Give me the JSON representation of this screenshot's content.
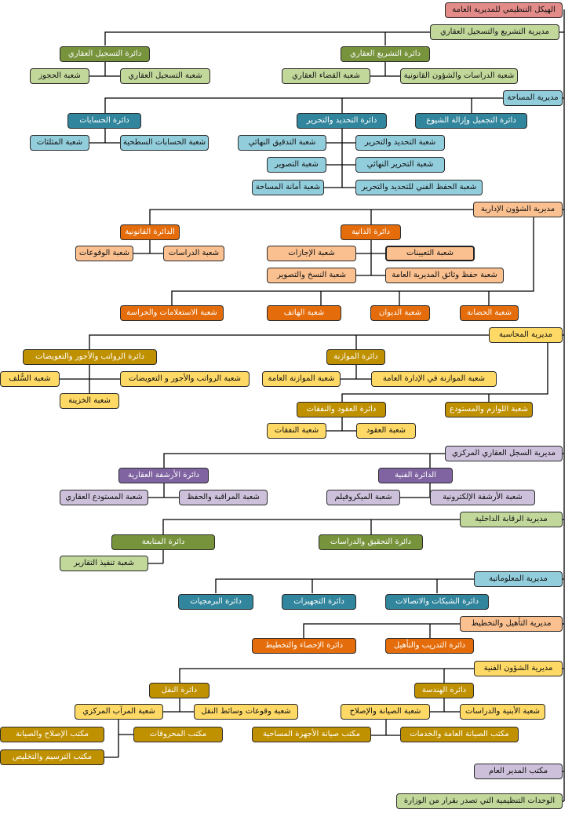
{
  "colors": {
    "red": "#e38b88",
    "green_light": "#c2d89b",
    "green_dark": "#77933c",
    "blue_light": "#92cddc",
    "blue_dark": "#31859c",
    "orange_light": "#fac090",
    "orange_dark": "#e46c0a",
    "yellow_light": "#ffd966",
    "yellow_dark": "#bf9000",
    "purple_light": "#ccc0da",
    "purple_dark": "#8064a2",
    "line": "#000000"
  },
  "nodes": {
    "root": "الهيكل التنظيمي للمديرية العامة",
    "d1": "مديرية التشريع والتسجيل العقاري",
    "d1_b1": "دائرة التسجيل العقاري",
    "d1_b2": "دائرة التشريع العقاري",
    "d1_s1": "شعبة الحجوز",
    "d1_s2": "شعبة التسجيل العقاري",
    "d1_s3": "شعبة القضاء العقاري",
    "d1_s4": "شعبة الدراسات والشؤون القانونية",
    "d2": "مديرية المساحة",
    "d2_b1": "دائرة الحسابات",
    "d2_b2": "دائرة التحديد والتحرير",
    "d2_b3": "دائرة التجميل وإزالة الشيوع",
    "d2_s1": "شعبة المثلثات",
    "d2_s2": "شعبة الحسابات السطحية",
    "d2_s3": "شعبة التدقيق النهائي",
    "d2_s4": "شعبة التحديد والتحرير",
    "d2_s5": "شعبة التصوير",
    "d2_s6": "شعبة التحرير النهائي",
    "d2_s7": "شعبة أمانة المساحة",
    "d2_s8": "شعبة الحفظ الفني للتحديد والتحرير",
    "d3": "مديرية الشؤون الإدارية",
    "d3_b1": "الدائرة القانونية",
    "d3_b2": "دائرة الذاتية",
    "d3_s1": "شعبة الوقوعات",
    "d3_s2": "شعبة الدراسات",
    "d3_s3": "شعبة الإجازات",
    "d3_s4": "شعبة التعيينات",
    "d3_s5": "شعبة النسخ والتصوير",
    "d3_s6": "شعبة حفظ وثائق المديرية العامة",
    "d3_s7": "شعبة الاستعلامات والحراسة",
    "d3_s8": "شعبة الهاتف",
    "d3_s9": "شعبة الديوان",
    "d3_s10": "شعبة الحضانة",
    "d4": "مديرية المحاسبة",
    "d4_b1": "دائرة الرواتب والأجور والتعويضات",
    "d4_b2": "دائرة الموازنة",
    "d4_b3": "دائرة العقود والنفقات",
    "d4_s1": "شعبة السُّلف",
    "d4_s2": "شعبة الرواتب والأجور و التعويضات",
    "d4_s3": "شعبة الموازنة العامة",
    "d4_s4": "شعبة الموازنة في الإدارة العامة",
    "d4_s5": "شعبة الخزينة",
    "d4_s6": "شعبة اللوازم والمستودع",
    "d4_s7": "شعبة النفقات",
    "d4_s8": "شعبة العقود",
    "d5": "مديرية السجل العقاري المركزي",
    "d5_b1": "دائرة الأرشفة العقارية",
    "d5_b2": "الدائرة الفنية",
    "d5_s1": "شعبة المستودع العقاري",
    "d5_s2": "شعبة المراقبة والحفظ",
    "d5_s3": "شعبة الميكروفيلم",
    "d5_s4": "شعبة الأرشفة الإلكترونية",
    "d6": "مديرية الرقابة الداخلية",
    "d6_b1": "دائرة المتابعة",
    "d6_b2": "دائرة التحقيق والدراسات",
    "d6_s1": "شعبة تنفيذ التقارير",
    "d7": "مديرية المعلوماتية",
    "d7_b1": "دائرة البرمجيات",
    "d7_b2": "دائرة التجهيزات",
    "d7_b3": "دائرة الشبكات والاتصالات",
    "d8": "مديرية التأهيل والتخطيط",
    "d8_b1": "دائرة الإحصاء والتخطيط",
    "d8_b2": "دائرة التدريب والتأهيل",
    "d9": "مديرية الشؤون الفنية",
    "d9_b1": "دائرة النقل",
    "d9_b2": "دائرة الهندسة",
    "d9_s1": "شعبة المرآب المركزي",
    "d9_s2": "شعبة وقوعات وسائط النقل",
    "d9_s3": "شعبة الصيانة والإصلاح",
    "d9_s4": "شعبة الأبنية والدراسات",
    "d9_o1": "مكتب الإصلاح والصيانة",
    "d9_o2": "مكتب المحروقات",
    "d9_o3": "مكتب الترسيم والتخليص",
    "d9_o4": "مكتب صيانة الأجهزة المساحية",
    "d9_o5": "مكتب الصيانة العامة والخدمات",
    "d10": "مكتب المدير العام",
    "d11": "الوحدات التنظيمية التي تصدر بقرار من الوزارة"
  }
}
